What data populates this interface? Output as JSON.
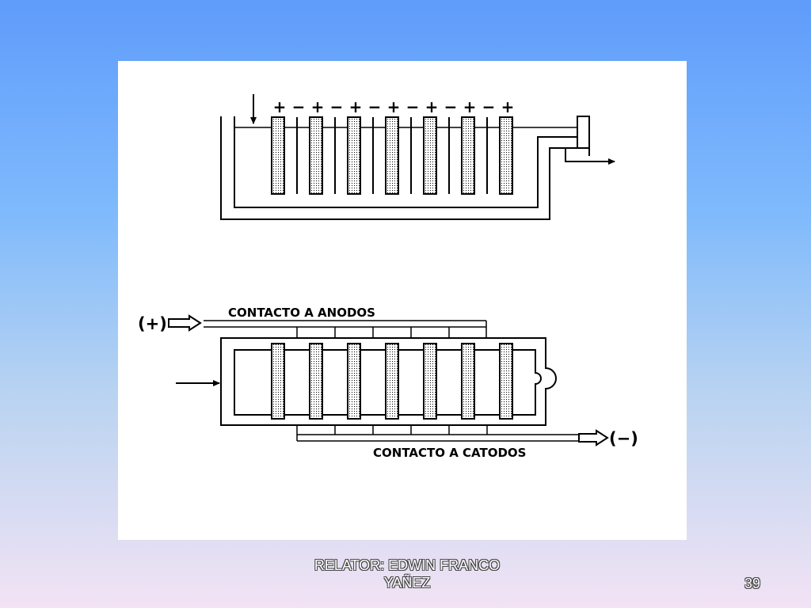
{
  "diagram": {
    "top": {
      "polarity_signs": [
        "+",
        "−",
        "+",
        "−",
        "+",
        "−",
        "+",
        "−",
        "+",
        "−",
        "+",
        "−",
        "+"
      ]
    },
    "bottom": {
      "anode_contact_label": "CONTACTO A ANODOS",
      "cathode_contact_label": "CONTACTO A CATODOS",
      "positive_terminal_label": "(+)",
      "negative_terminal_label": "(−)"
    }
  },
  "footer": {
    "author_line1": "RELATOR: EDWIN FRANCO",
    "author_line2": "YAÑEZ",
    "slide_number": "39"
  },
  "colors": {
    "background_top": "#5f9cfb",
    "background_bottom": "#f2e3f4",
    "panel": "#ffffff",
    "ink": "#000000"
  }
}
